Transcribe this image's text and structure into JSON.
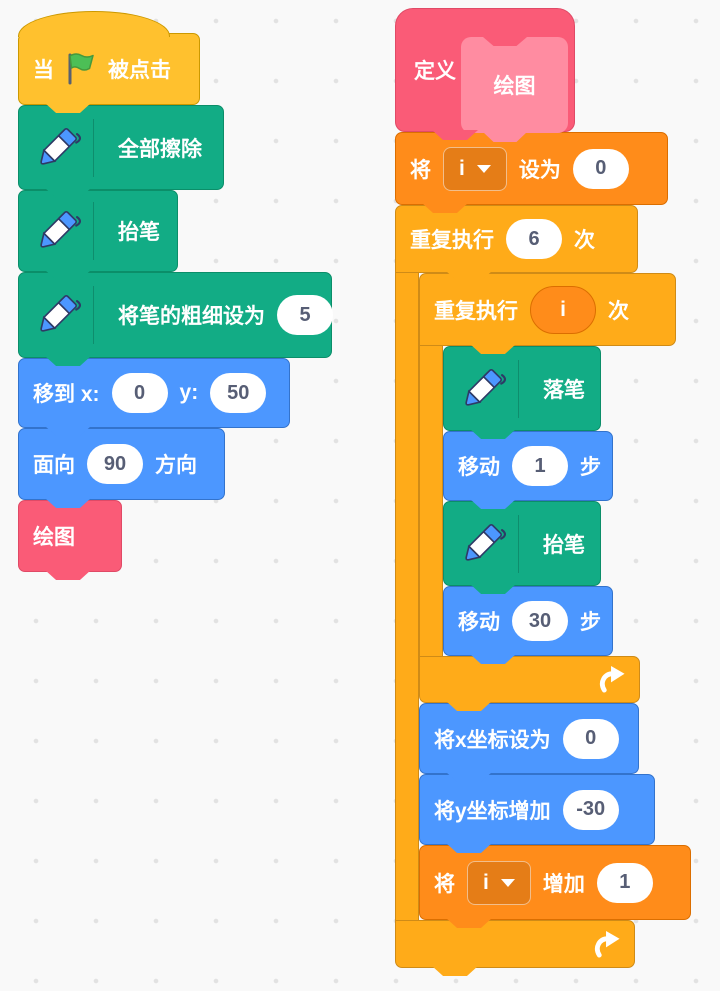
{
  "colors": {
    "motion": "#4C97FF",
    "motion_border": "#3373CC",
    "events": "#FFC12E",
    "events_border": "#CC9900",
    "control": "#FFAB19",
    "control_border": "#CF8B17",
    "variables": "#FF8C1A",
    "variables_border": "#DB6E00",
    "pen": "#12AC85",
    "pen_border": "#0B8E69",
    "custom": "#FA5B77",
    "custom_border": "#E04A66",
    "custom_proto": "#FF8CA1",
    "input_text": "#575E75"
  },
  "icons": {
    "flag": "green-flag-icon",
    "pen": "pen-icon",
    "loop": "loop-arrow-icon",
    "caret": "dropdown-caret-icon"
  },
  "left_stack": {
    "when_flag_clicked": {
      "prefix": "当",
      "suffix": "被点击"
    },
    "erase_all": {
      "label": "全部擦除"
    },
    "pen_up": {
      "label": "抬笔"
    },
    "set_pen_size": {
      "label": "将笔的粗细设为",
      "value": "5"
    },
    "go_to_xy": {
      "label_x": "移到 x:",
      "x": "0",
      "label_y": "y:",
      "y": "50"
    },
    "point_in_direction": {
      "prefix": "面向",
      "value": "90",
      "suffix": "方向"
    },
    "call_custom": {
      "label": "绘图"
    }
  },
  "right_stack": {
    "define": {
      "keyword": "定义",
      "name": "绘图"
    },
    "set_var": {
      "prefix": "将",
      "variable": "i",
      "infix": "设为",
      "value": "0"
    },
    "repeat_outer": {
      "prefix": "重复执行",
      "times": "6",
      "suffix": "次"
    },
    "repeat_inner": {
      "prefix": "重复执行",
      "variable": "i",
      "suffix": "次"
    },
    "pen_down": {
      "label": "落笔"
    },
    "move_small": {
      "prefix": "移动",
      "value": "1",
      "suffix": "步"
    },
    "pen_up": {
      "label": "抬笔"
    },
    "move_big": {
      "prefix": "移动",
      "value": "30",
      "suffix": "步"
    },
    "set_x": {
      "label": "将x坐标设为",
      "value": "0"
    },
    "change_y": {
      "label": "将y坐标增加",
      "value": "-30"
    },
    "change_var": {
      "prefix": "将",
      "variable": "i",
      "infix": "增加",
      "value": "1"
    }
  }
}
